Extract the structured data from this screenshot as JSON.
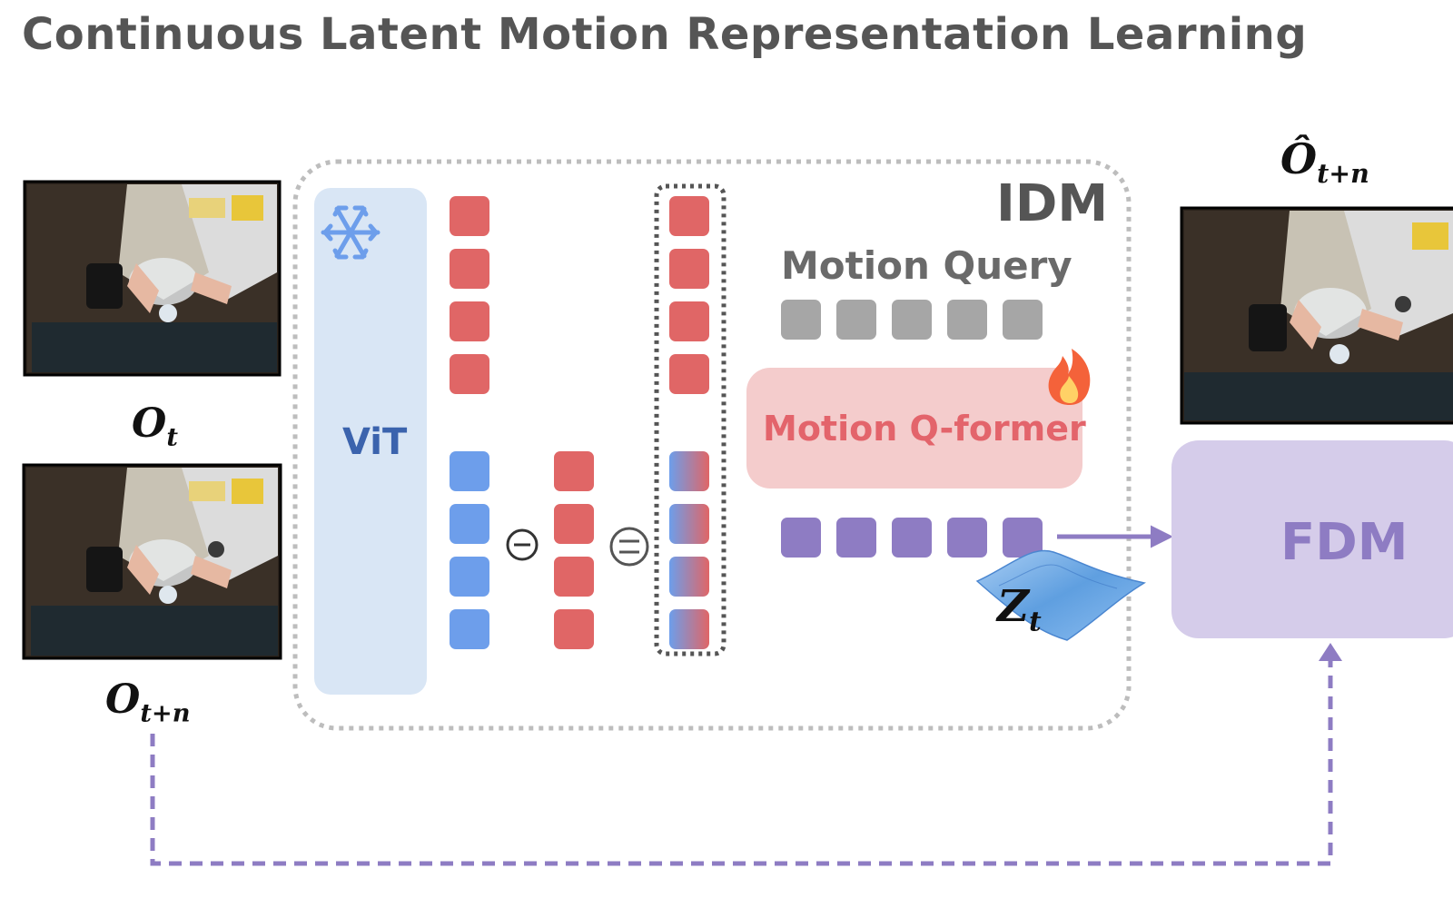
{
  "title": "Continuous Latent Motion Representation Learning",
  "idm": {
    "label": "IDM"
  },
  "vit": {
    "label": "ViT",
    "state_icon": "snowflake-icon"
  },
  "motion_query": {
    "label": "Motion Query",
    "token_count": 5
  },
  "qformer": {
    "label": "Motion Q-former",
    "state_icon": "fire-icon"
  },
  "fdm": {
    "label": "FDM"
  },
  "latent": {
    "symbol": "Z",
    "subscript": "t"
  },
  "frames": {
    "current": {
      "symbol": "O",
      "subscript": "t"
    },
    "future": {
      "symbol": "O",
      "subscript": "t+n"
    },
    "predicted": {
      "symbol": "Ô",
      "subscript": "t+n"
    }
  },
  "operators": {
    "minus": "⊖",
    "equals": "⊜"
  },
  "colors": {
    "title": "#555555",
    "red_token": "#e06666",
    "blue_token": "#6d9eeb",
    "gray_token": "#a6a6a6",
    "purple_token": "#8e7cc3",
    "vit_fill": "#d9e6f5",
    "qformer_fill": "#f4cccc",
    "fdm_fill": "#d5ccea",
    "arrow": "#8e7cc3"
  }
}
